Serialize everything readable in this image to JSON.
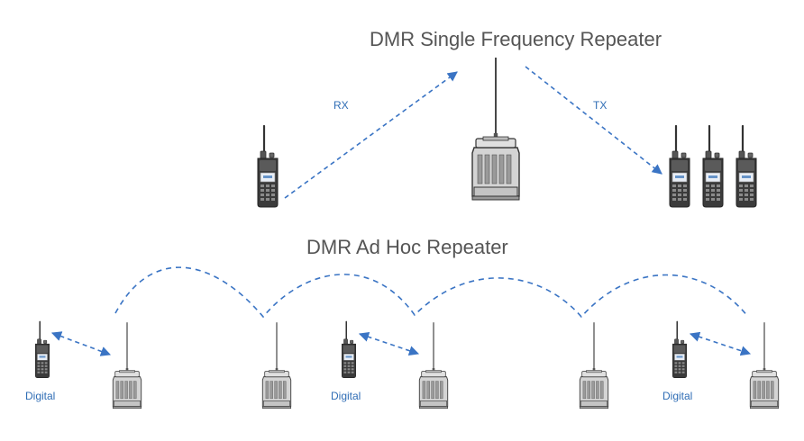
{
  "diagram": {
    "top_title": "DMR Single Frequency Repeater",
    "bottom_title": "DMR Ad Hoc Repeater",
    "rx_label": "RX",
    "tx_label": "TX",
    "digital_labels": [
      "Digital",
      "Digital",
      "Digital"
    ],
    "colors": {
      "link": "#3a74c4",
      "title": "#555555",
      "label": "#2f6db5",
      "device_stroke": "#333333",
      "device_fill": "#d4d4d4",
      "screen": "#e9eef5"
    },
    "icons": {
      "radio": "handheld-radio-icon",
      "repeater": "repeater-icon"
    }
  }
}
